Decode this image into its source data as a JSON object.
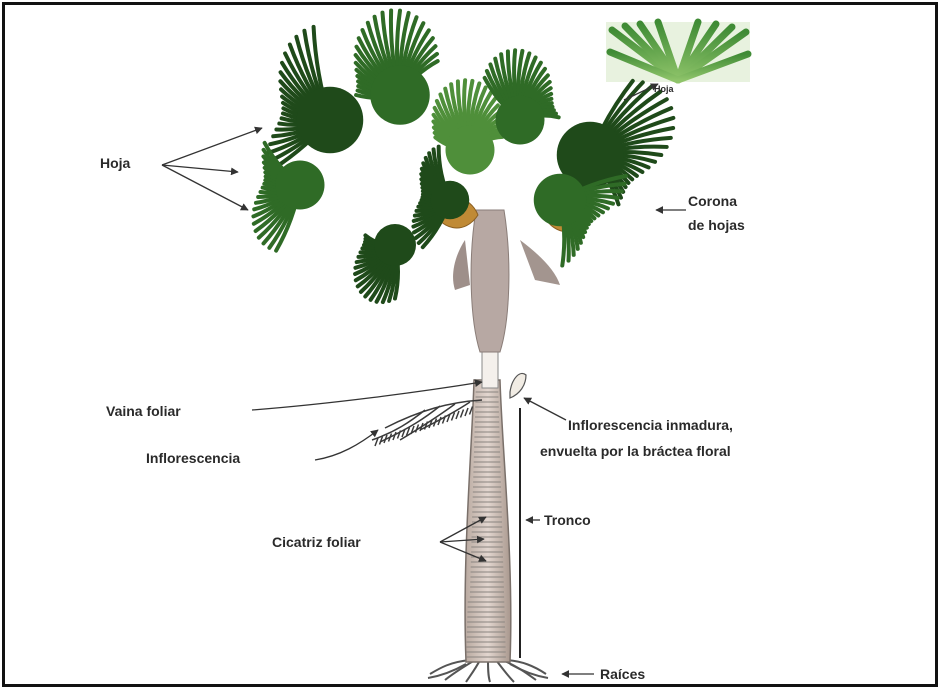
{
  "labels": {
    "hoja_left": "Hoja",
    "hoja_inset": "Hoja",
    "corona_line1": "Corona",
    "corona_line2": "de hojas",
    "vaina": "Vaina foliar",
    "inflorescencia": "Inflorescencia",
    "inmadura_line1": "Inflorescencia inmadura,",
    "inmadura_line2": "envuelta por la bráctea floral",
    "tronco": "Tronco",
    "cicatriz": "Cicatriz foliar",
    "raices": "Raíces"
  },
  "colors": {
    "leaf_dark": "#1f4a1a",
    "leaf_mid": "#2f6b26",
    "leaf_light": "#4f8f3a",
    "trunk": "#c9b8ad",
    "trunk_stripe": "#8a8580",
    "dry_leaf": "#c08a35",
    "border": "#111111"
  }
}
